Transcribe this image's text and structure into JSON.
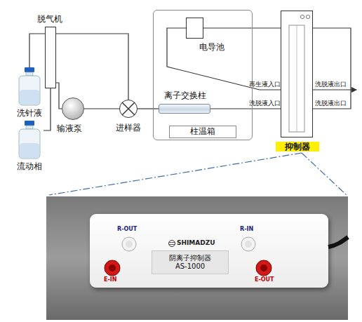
{
  "diagram": {
    "nodes": [
      {
        "text": [
          "洗针液"
        ]
      },
      {
        "text": [
          "流动相"
        ]
      },
      {
        "text": [
          "脱气机"
        ]
      },
      {
        "text": [
          "输液泵"
        ]
      },
      {
        "text": [
          "进样器"
        ]
      },
      {
        "text": [
          "柱温箱"
        ]
      },
      {
        "text": [
          "电导池"
        ],
        "in": 5
      },
      {
        "text": [
          "离子交换柱"
        ],
        "in": 5
      },
      {
        "text": [
          "抑制器"
        ]
      },
      {
        "text": [
          "阴离子抑制器 AS-1000"
        ]
      }
    ],
    "edges": [
      {
        "from": 0,
        "to": 2,
        "arrow": "none"
      },
      {
        "from": 1,
        "to": 2,
        "arrow": "none"
      },
      {
        "from": 2,
        "to": 3,
        "arrow": "none"
      },
      {
        "from": 2,
        "to": 4,
        "arrow": "none"
      },
      {
        "from": 3,
        "to": 4,
        "arrow": "none"
      },
      {
        "from": 4,
        "to": 7,
        "arrow": "none"
      },
      {
        "from": 7,
        "to": 8,
        "arrow": "none"
      },
      {
        "from": 6,
        "to": 8,
        "arrow": "none"
      },
      {
        "from": 8,
        "to": 6,
        "arrow": "none"
      }
    ],
    "labels": [
      "再生液入口",
      "洗脱液入口",
      "洗脱液出口",
      "洗脱液出口",
      "R-OUT",
      "SHIMADZU",
      "R-IN",
      "E-IN",
      "E-OUT"
    ]
  }
}
